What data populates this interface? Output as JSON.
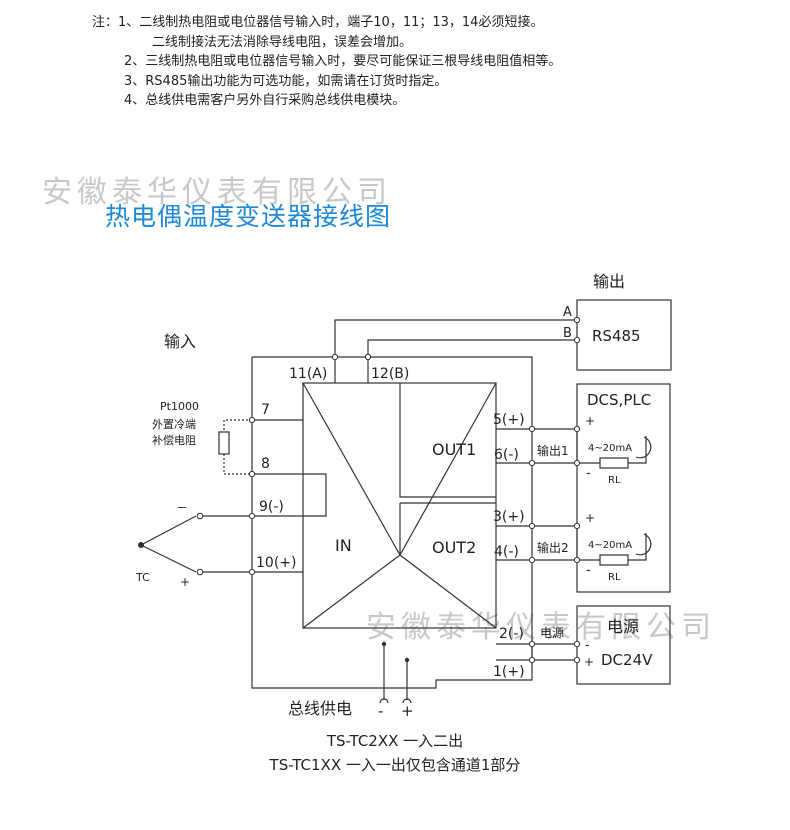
{
  "notes": [
    "注：1、二线制热电阻或电位器信号输入时，端子10，11；13，14必须短接。",
    "二线制接法无法消除导线电阻，误差会增加。",
    "2、三线制热电阻或电位器信号输入时，要尽可能保证三根导线电阻值相等。",
    "3、RS485输出功能为可选功能，如需请在订货时指定。",
    "4、总线供电需客户另外自行采购总线供电模块。"
  ],
  "watermark": "安徽泰华仪表有限公司",
  "title": "热电偶温度变送器接线图",
  "labels": {
    "output": "输出",
    "input": "输入",
    "a": "A",
    "b": "B",
    "rs485": "RS485",
    "dcs": "DCS,PLC",
    "t11": "11(A)",
    "t12": "12(B)",
    "pt1000": "Pt1000",
    "cj1": "外置冷端",
    "cj2": "补偿电阻",
    "t7": "7",
    "t8": "8",
    "t9": "9(-)",
    "t10": "10(+)",
    "in": "IN",
    "out1": "OUT1",
    "out2": "OUT2",
    "t5": "5(+)",
    "t6": "6(-)",
    "t3": "3(+)",
    "t4": "4(-)",
    "t2": "2(-)",
    "t1": "1(+)",
    "out1_ch": "输出1",
    "out2_ch": "输出2",
    "cur": "4~20mA",
    "rl": "RL",
    "plus": "+",
    "minus": "-",
    "tc": "TC",
    "tc_minus": "－",
    "power_small": "电源",
    "power": "电源",
    "dc24": "DC24V",
    "bus": "总线供电",
    "bus_minus": "-",
    "bus_plus": "+"
  },
  "captions": [
    "TS-TC2XX 一入二出",
    "TS-TC1XX 一入一出仅包含通道1部分"
  ],
  "colors": {
    "title": "#1c88d6",
    "line": "#333333",
    "watermark": "#c8c8c8"
  }
}
